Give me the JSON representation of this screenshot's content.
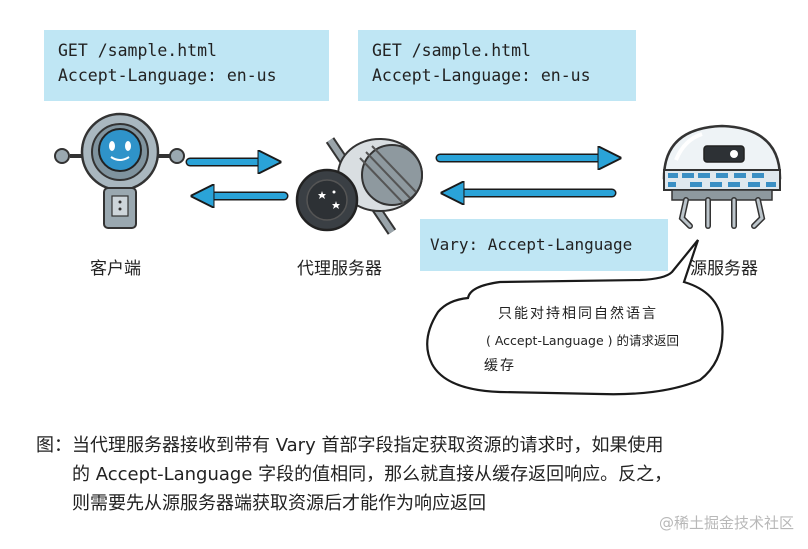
{
  "client_request": {
    "line1": "GET /sample.html",
    "line2": "Accept-Language: en-us"
  },
  "proxy_request": {
    "line1": "GET /sample.html",
    "line2": "Accept-Language: en-us"
  },
  "vary_response": "Vary: Accept-Language",
  "labels": {
    "client": "客户端",
    "proxy": "代理服务器",
    "origin": "源服务器"
  },
  "bubble": {
    "line1": "只能对持相同自然语言",
    "line2": "( Accept-Language ) 的请求返回",
    "line3": "缓存"
  },
  "caption": {
    "line1": "图：当代理服务器接收到带有 Vary 首部字段指定获取资源的请求时，如果使用",
    "line2": "的 Accept-Language 字段的值相同，那么就直接从缓存返回响应。反之，",
    "line3": "则需要先从源服务器端获取资源后才能作为响应返回"
  },
  "watermark": "@稀土掘金技术社区",
  "colors": {
    "box_fill": "#bfe6f4",
    "arrow": "#2aa3d8",
    "arrow_outline": "#1a1a1a"
  }
}
